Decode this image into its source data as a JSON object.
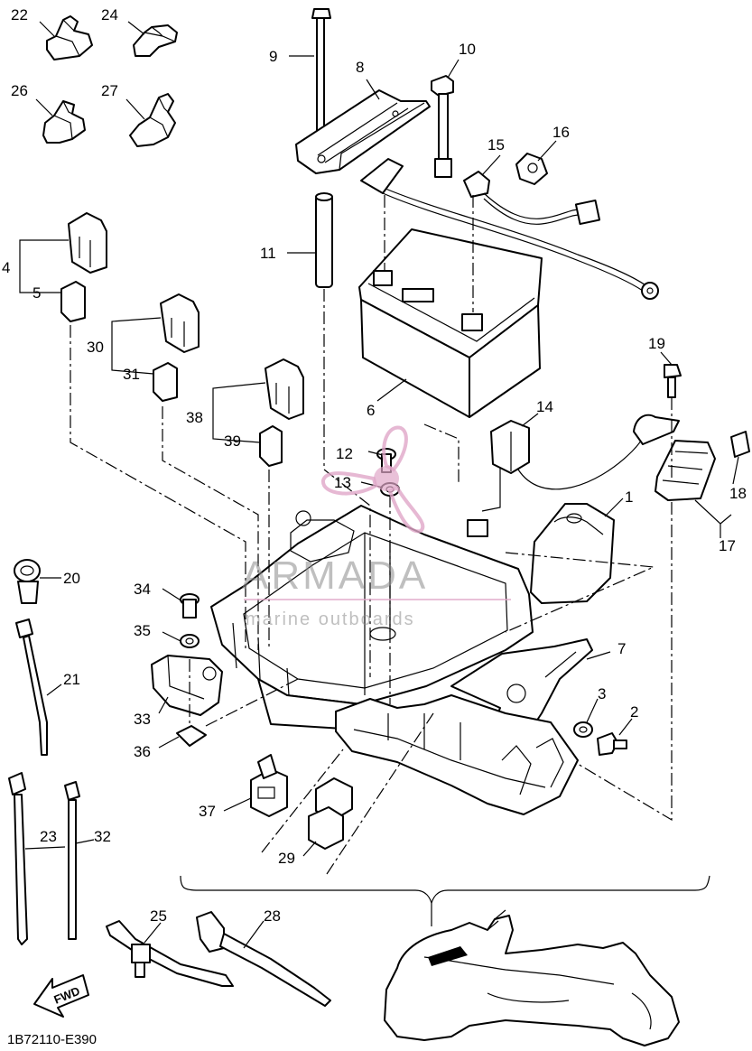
{
  "colors": {
    "ink": "#000000",
    "paper": "#ffffff",
    "watermark_gray": "#8a8a8a",
    "watermark_pink": "#e0a6c8"
  },
  "callouts": [
    {
      "id": "c1",
      "label": "1"
    },
    {
      "id": "c2",
      "label": "2"
    },
    {
      "id": "c3",
      "label": "3"
    },
    {
      "id": "c4",
      "label": "4"
    },
    {
      "id": "c5",
      "label": "5"
    },
    {
      "id": "c6",
      "label": "6"
    },
    {
      "id": "c7",
      "label": "7"
    },
    {
      "id": "c8",
      "label": "8"
    },
    {
      "id": "c9",
      "label": "9"
    },
    {
      "id": "c10",
      "label": "10"
    },
    {
      "id": "c11",
      "label": "11"
    },
    {
      "id": "c12",
      "label": "12"
    },
    {
      "id": "c13",
      "label": "13"
    },
    {
      "id": "c14",
      "label": "14"
    },
    {
      "id": "c15",
      "label": "15"
    },
    {
      "id": "c16",
      "label": "16"
    },
    {
      "id": "c17",
      "label": "17"
    },
    {
      "id": "c18",
      "label": "18"
    },
    {
      "id": "c19",
      "label": "19"
    },
    {
      "id": "c20",
      "label": "20"
    },
    {
      "id": "c21",
      "label": "21"
    },
    {
      "id": "c22",
      "label": "22"
    },
    {
      "id": "c23",
      "label": "23"
    },
    {
      "id": "c24",
      "label": "24"
    },
    {
      "id": "c25",
      "label": "25"
    },
    {
      "id": "c26",
      "label": "26"
    },
    {
      "id": "c27",
      "label": "27"
    },
    {
      "id": "c28",
      "label": "28"
    },
    {
      "id": "c29",
      "label": "29"
    },
    {
      "id": "c30",
      "label": "30"
    },
    {
      "id": "c31",
      "label": "31"
    },
    {
      "id": "c32",
      "label": "32"
    },
    {
      "id": "c33",
      "label": "33"
    },
    {
      "id": "c34",
      "label": "34"
    },
    {
      "id": "c35",
      "label": "35"
    },
    {
      "id": "c36",
      "label": "36"
    },
    {
      "id": "c37",
      "label": "37"
    },
    {
      "id": "c38",
      "label": "38"
    },
    {
      "id": "c39",
      "label": "39"
    }
  ],
  "diagram_code": "1B72110-E390",
  "fwd_label": "FWD",
  "watermark": {
    "title": "ARMADA",
    "subtitle": "marine outboards"
  }
}
